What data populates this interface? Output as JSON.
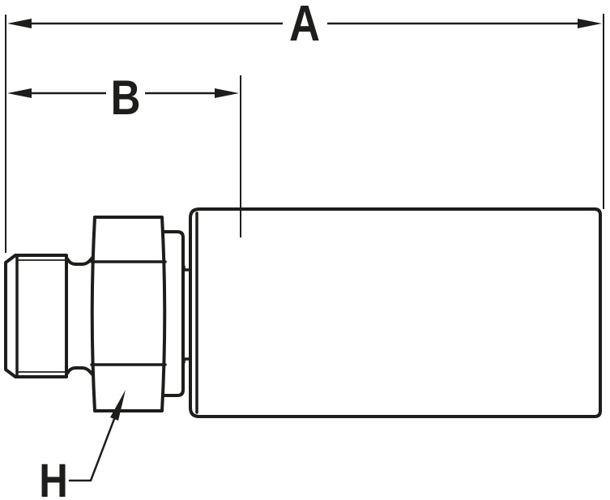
{
  "drawing": {
    "description_labels": {
      "dim_a": "A",
      "dim_b": "B",
      "hex_label": "H"
    },
    "colors": {
      "line": "#1d1d1b",
      "background": "#ffffff"
    }
  }
}
